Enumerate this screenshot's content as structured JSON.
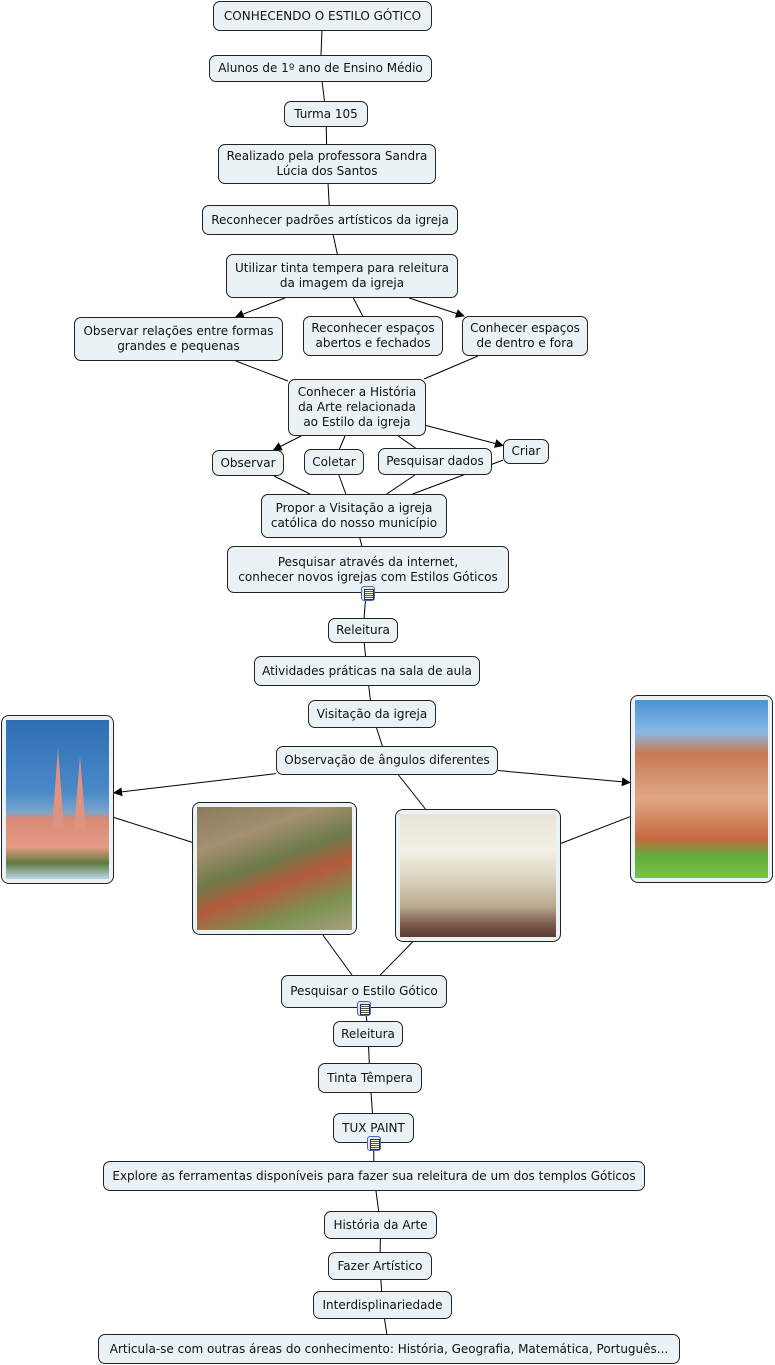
{
  "concept_map": {
    "title": "CONHECENDO O ESTILO GÓTICO",
    "colors": {
      "node_fill": "#ebf2f5",
      "node_border": "#222222",
      "line": "#000000",
      "attachment": "#3d6fb8"
    },
    "nodes": {
      "n1": "CONHECENDO O ESTILO GÓTICO",
      "n2": "Alunos de 1º ano de Ensino Médio",
      "n3": "Turma 105",
      "n4": "Realizado pela professora Sandra\nLúcia dos Santos",
      "n5": "Reconhecer padrões artísticos da igreja",
      "n6": "Utilizar tinta tempera para releitura\nda imagem da igreja",
      "n7": "Observar relações entre formas\ngrandes e pequenas",
      "n8": "Reconhecer espaços\nabertos e fechados",
      "n9": "Conhecer espaços\nde dentro e fora",
      "n10": "Conhecer a História\nda Arte relacionada\nao Estilo da igreja",
      "n11": "Observar",
      "n12": "Coletar",
      "n13": "Pesquisar dados",
      "n14": "Criar",
      "n15": "Propor a Visitação a igreja\ncatólica do nosso município",
      "n16": "Pesquisar através da internet,\nconhecer novos igrejas com Estilos Góticos",
      "n17": "Releitura",
      "n18": "Atividades práticas na sala de aula",
      "n19": "Visitação da igreja",
      "n20": "Observação de ângulos diferentes",
      "n21": "Pesquisar o Estilo Gótico",
      "n22": "Releitura",
      "n23": "Tinta Têmpera",
      "n24": "TUX PAINT",
      "n25": "Explore as ferramentas disponíveis para fazer sua releitura de um dos templos Góticos",
      "n26": "História da Arte",
      "n27": "Fazer Artístico",
      "n28": "Interdisplinariedade",
      "n29": "Articula-se com outras áreas do conhecimento: História, Geografia, Matemática, Português..."
    },
    "images": {
      "img1": "church-exterior-twin-spires-photo",
      "img2": "church-aerial-view-photo",
      "img3": "church-interior-nave-photo",
      "img4": "church-side-facade-photo"
    },
    "attachments": [
      "n16",
      "n21",
      "n24"
    ],
    "links": [
      [
        "n1",
        "n2",
        false
      ],
      [
        "n2",
        "n3",
        false
      ],
      [
        "n3",
        "n4",
        false
      ],
      [
        "n4",
        "n5",
        false
      ],
      [
        "n5",
        "n6",
        false
      ],
      [
        "n6",
        "n7",
        true
      ],
      [
        "n6",
        "n8",
        false
      ],
      [
        "n6",
        "n9",
        true
      ],
      [
        "n7",
        "n10",
        false
      ],
      [
        "n9",
        "n10",
        false
      ],
      [
        "n10",
        "n11",
        true
      ],
      [
        "n10",
        "n12",
        false
      ],
      [
        "n10",
        "n13",
        false
      ],
      [
        "n10",
        "n14",
        true
      ],
      [
        "n11",
        "n15",
        false
      ],
      [
        "n12",
        "n15",
        false
      ],
      [
        "n13",
        "n15",
        false
      ],
      [
        "n14",
        "n15",
        false
      ],
      [
        "n15",
        "n16",
        false
      ],
      [
        "n16",
        "n17",
        false
      ],
      [
        "n17",
        "n18",
        false
      ],
      [
        "n18",
        "n19",
        false
      ],
      [
        "n19",
        "n20",
        false
      ],
      [
        "n20",
        "img1",
        true
      ],
      [
        "n20",
        "img4",
        true
      ],
      [
        "n20",
        "img3",
        false
      ],
      [
        "img1",
        "img2",
        false
      ],
      [
        "img3",
        "img4",
        false
      ],
      [
        "img2",
        "n21",
        false
      ],
      [
        "img3",
        "n21",
        false
      ],
      [
        "n21",
        "n22",
        false
      ],
      [
        "n22",
        "n23",
        false
      ],
      [
        "n23",
        "n24",
        false
      ],
      [
        "n24",
        "n25",
        false
      ],
      [
        "n25",
        "n26",
        false
      ],
      [
        "n26",
        "n27",
        false
      ],
      [
        "n27",
        "n28",
        false
      ],
      [
        "n28",
        "n29",
        false
      ]
    ]
  }
}
